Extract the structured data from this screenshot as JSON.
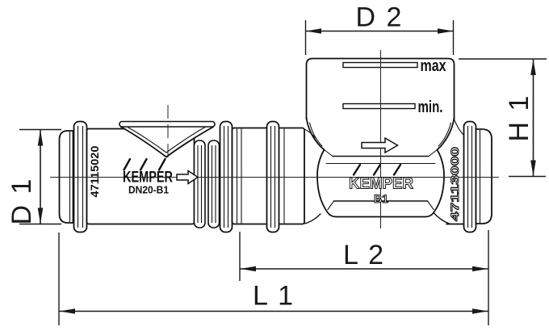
{
  "dimensions": {
    "d1": "D 1",
    "d2": "D 2",
    "h1": "H 1",
    "l1": "L 1",
    "l2": "L 2"
  },
  "gauge": {
    "max": "max",
    "min": "min."
  },
  "left_fitting": {
    "brand": "KEMPER",
    "model": "DN20-B1",
    "article": "47115020"
  },
  "right_fitting": {
    "brand": "KEMPER",
    "model": "B1",
    "article": "47113000"
  },
  "colors": {
    "line": "#111111",
    "background": "#ffffff"
  }
}
